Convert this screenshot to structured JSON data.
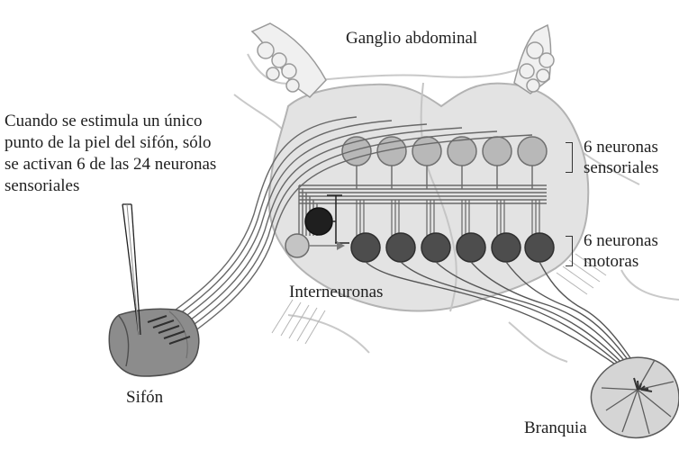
{
  "labels": {
    "title": "Ganglio abdominal",
    "stimulus_line1": "Cuando se estimula un único",
    "stimulus_line2": "punto de la piel del sifón, sólo",
    "stimulus_line3": "se activan 6 de las 24 neuronas",
    "stimulus_line4": "sensoriales",
    "sensory_line1": "6 neuronas",
    "sensory_line2": "sensoriales",
    "motor_line1": "6 neuronas",
    "motor_line2": "motoras",
    "interneurons": "Interneuronas",
    "siphon": "Sifón",
    "gill": "Branquia"
  },
  "colors": {
    "ganglion_fill": "#e3e3e3",
    "sensory_neuron": "#b8b8b8",
    "motor_neuron": "#4d4d4d",
    "excitatory_interneuron": "#1f1f1f",
    "inhibitory_interneuron": "#c4c4c4",
    "nerve": "#555555",
    "siphon_fill": "#8c8c8c",
    "gill_fill": "#d5d5d5"
  },
  "neurons": {
    "sensory_count": 6,
    "motor_count": 6,
    "interneuron_count": 2
  }
}
